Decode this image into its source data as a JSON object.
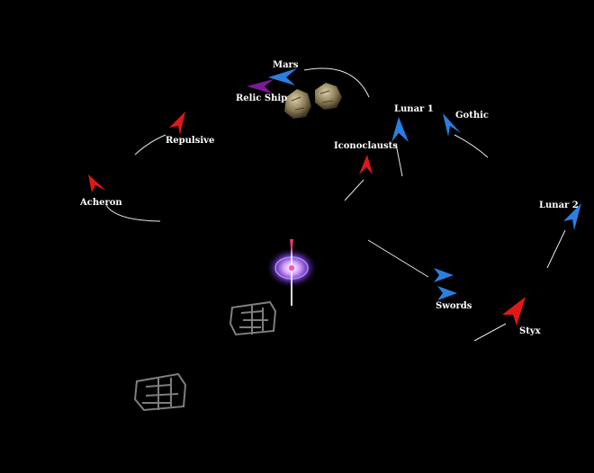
{
  "labels": {
    "mars": "Mars",
    "relic_ship": "Relic Ship",
    "lunar1": "Lunar 1",
    "gothic": "Gothic",
    "iconoclausts": "Iconoclausts",
    "repulsive": "Repulsive",
    "acheron": "Acheron",
    "lunar2": "Lunar 2",
    "swords": "Swords",
    "styx": "Styx"
  },
  "colors": {
    "background": "#000000",
    "imperial_blue": "#2a7fe0",
    "chaos_red": "#e01818",
    "relic_purple": "#7a1a9a",
    "asteroid": "#8a7a55",
    "wake_line": "#e8e8e8",
    "wreck_grey": "#8c8c8c"
  },
  "icons": {
    "ship_marker": "arrowhead-icon",
    "asteroid": "asteroid-icon",
    "planet": "planet-vortex-icon",
    "wreck": "ship-wreck-icon"
  }
}
